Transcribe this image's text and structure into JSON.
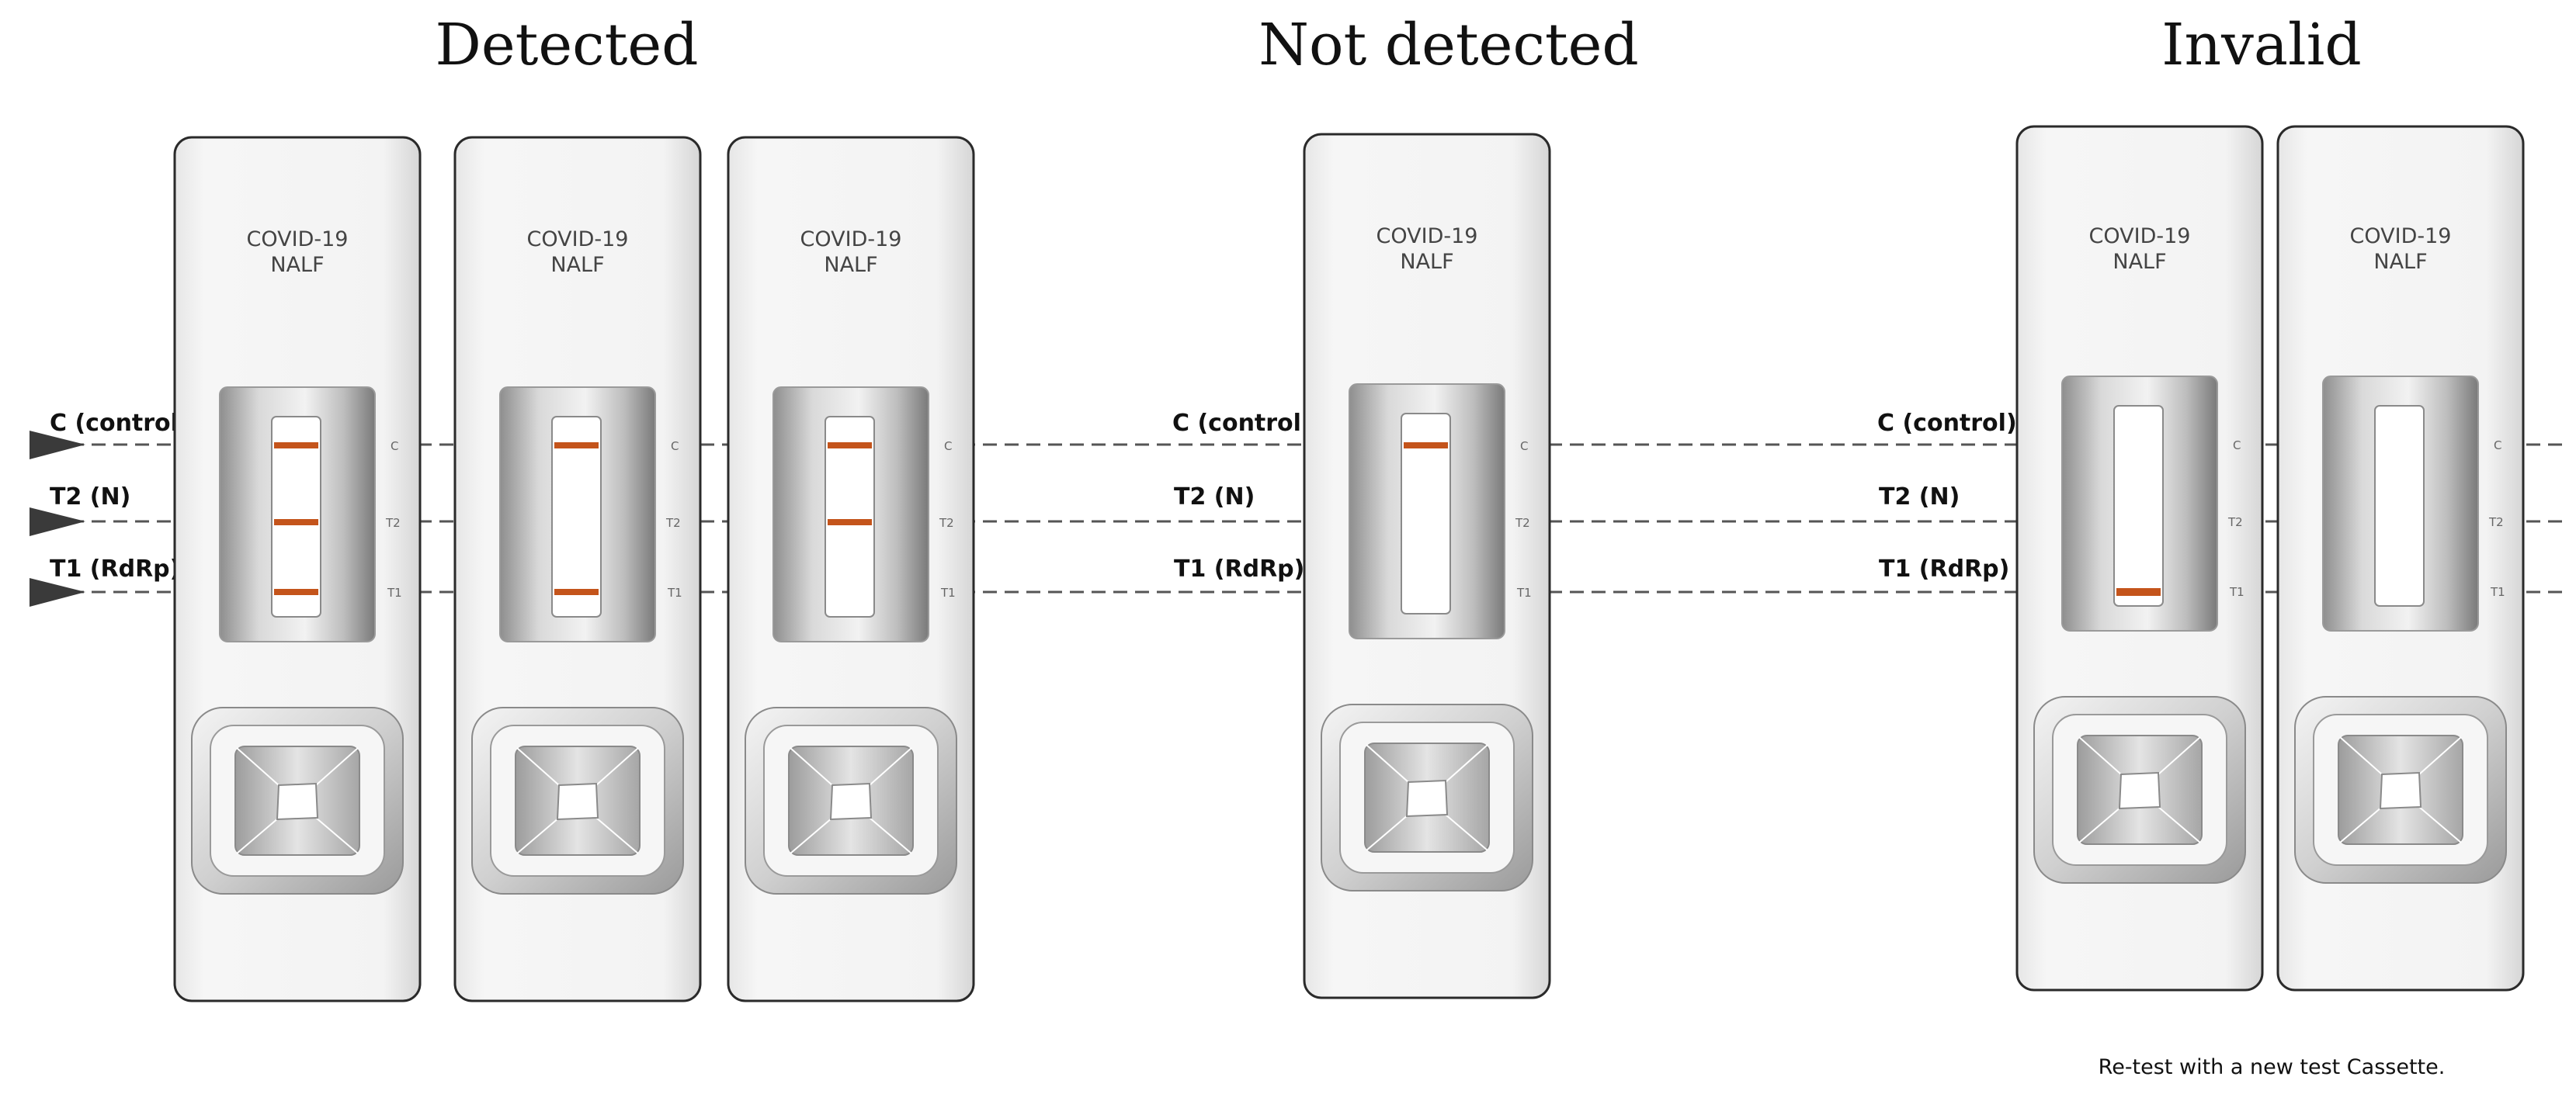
{
  "headings": {
    "detected": "Detected",
    "not_detected": "Not detected",
    "invalid": "Invalid"
  },
  "line_labels": {
    "control": "C (control)",
    "t2": "T2 (N)",
    "t1": "T1 (RdRp)"
  },
  "cassette": {
    "title_line1": "COVID-19",
    "title_line2": "NALF",
    "side_c": "C",
    "side_t2": "T2",
    "side_t1": "T1"
  },
  "band_color": "#c4541b",
  "cassettes": [
    {
      "group": "Detected",
      "bands": {
        "control": true,
        "t2": true,
        "t1": true
      }
    },
    {
      "group": "Detected",
      "bands": {
        "control": true,
        "t2": false,
        "t1": true
      }
    },
    {
      "group": "Detected",
      "bands": {
        "control": true,
        "t2": true,
        "t1": false
      }
    },
    {
      "group": "Not detected",
      "bands": {
        "control": true,
        "t2": false,
        "t1": false
      }
    },
    {
      "group": "Invalid",
      "bands": {
        "control": false,
        "t2": false,
        "t1": true
      }
    },
    {
      "group": "Invalid",
      "bands": {
        "control": false,
        "t2": false,
        "t1": false
      }
    }
  ],
  "invalid_note": "Re-test with a new test Cassette."
}
